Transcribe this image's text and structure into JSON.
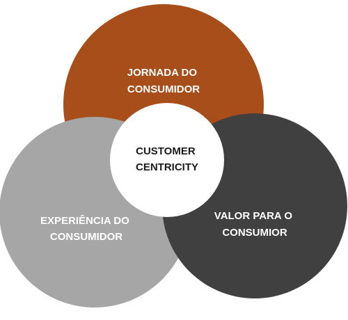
{
  "diagram": {
    "top": {
      "line1": "JORNADA DO",
      "line2": "CONSUMIDOR",
      "color": "#A74E1B"
    },
    "left": {
      "line1": "EXPERIÊNCIA DO",
      "line2": "CONSUMIDOR",
      "color": "#A6A6A6"
    },
    "right": {
      "line1": "VALOR PARA O",
      "line2": "CONSUMIOR",
      "color": "#404040"
    },
    "center": {
      "line1": "CUSTOMER",
      "line2": "CENTRICITY",
      "color": "#FFFFFF"
    },
    "label_color_light": "#FFFFFF",
    "label_color_dark": "#1A1A1A"
  }
}
